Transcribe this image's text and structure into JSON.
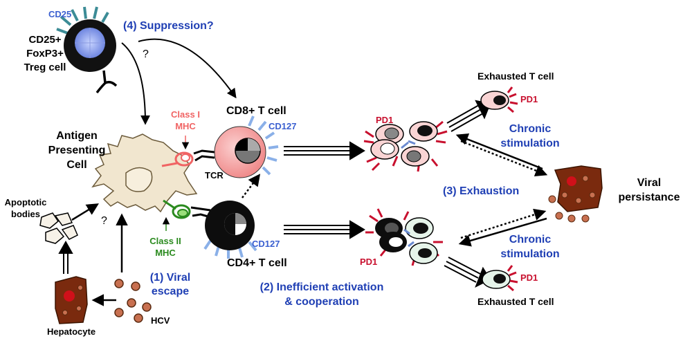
{
  "colors": {
    "blue_text": "#1f3fb4",
    "pd1_red": "#c8102e",
    "class1_pink": "#f06464",
    "class2_green": "#2a8a1e",
    "cd8_pink": "#f5a0a0",
    "apc_beige": "#f1e6cf",
    "hepatocyte_brown": "#7a2a0e",
    "receptor_blue": "#8ab0e8",
    "treg_receptor_teal": "#3c8c96"
  },
  "treg": {
    "cd25": "CD25",
    "line1": "CD25+",
    "line2": "FoxP3+",
    "line3": "Treg cell"
  },
  "suppression": "(4) Suppression?",
  "question": "?",
  "apc": {
    "line1": "Antigen",
    "line2": "Presenting",
    "line3": "Cell"
  },
  "class1": {
    "line1": "Class I",
    "line2": "MHC"
  },
  "class2": {
    "line1": "Class II",
    "line2": "MHC"
  },
  "tcr": "TCR",
  "cd8": {
    "title": "CD8+ T cell",
    "receptor": "CD127"
  },
  "cd4": {
    "title": "CD4+ T cell",
    "receptor": "CD127"
  },
  "apoptotic": {
    "line1": "Apoptotic",
    "line2": "bodies"
  },
  "hepatocyte": "Hepatocyte",
  "hcv": "HCV",
  "viral_escape": {
    "line1": "(1) Viral",
    "line2": "escape"
  },
  "inefficient": {
    "line1": "(2) Inefficient activation",
    "line2": "& cooperation"
  },
  "pd1": "PD1",
  "exhausted": "Exhausted T cell",
  "chronic": {
    "line1": "Chronic",
    "line2": "stimulation"
  },
  "exhaustion": "(3) Exhaustion",
  "viral_persistance": {
    "line1": "Viral",
    "line2": "persistance"
  }
}
